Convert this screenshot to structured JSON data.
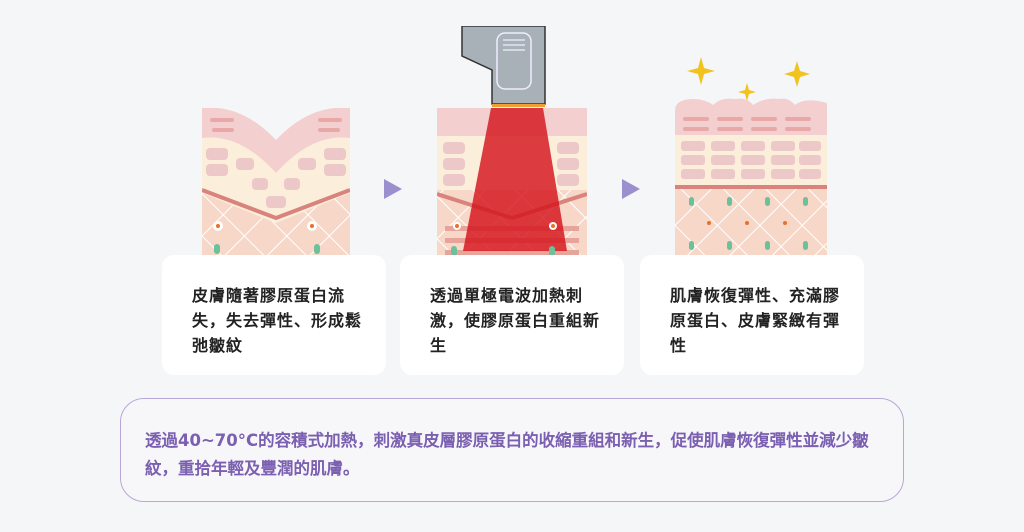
{
  "steps": [
    {
      "text": "皮膚隨著膠原蛋白流失，失去彈性、形成鬆弛皺紋"
    },
    {
      "text": "透過單極電波加熱刺激，使膠原蛋白重組新生"
    },
    {
      "text": "肌膚恢復彈性、充滿膠原蛋白、皮膚緊緻有彈性"
    }
  ],
  "summary": "透過40~70°C的容積式加熱，刺激真皮層膠原蛋白的收縮重組和新生，促使肌膚恢復彈性並減少皺紋，重拾年輕及豐潤的肌膚。",
  "colors": {
    "accent": "#9b8fd0",
    "summary_text": "#7b5fb0",
    "border": "#b9a6d8",
    "heat": "#d4141c"
  }
}
